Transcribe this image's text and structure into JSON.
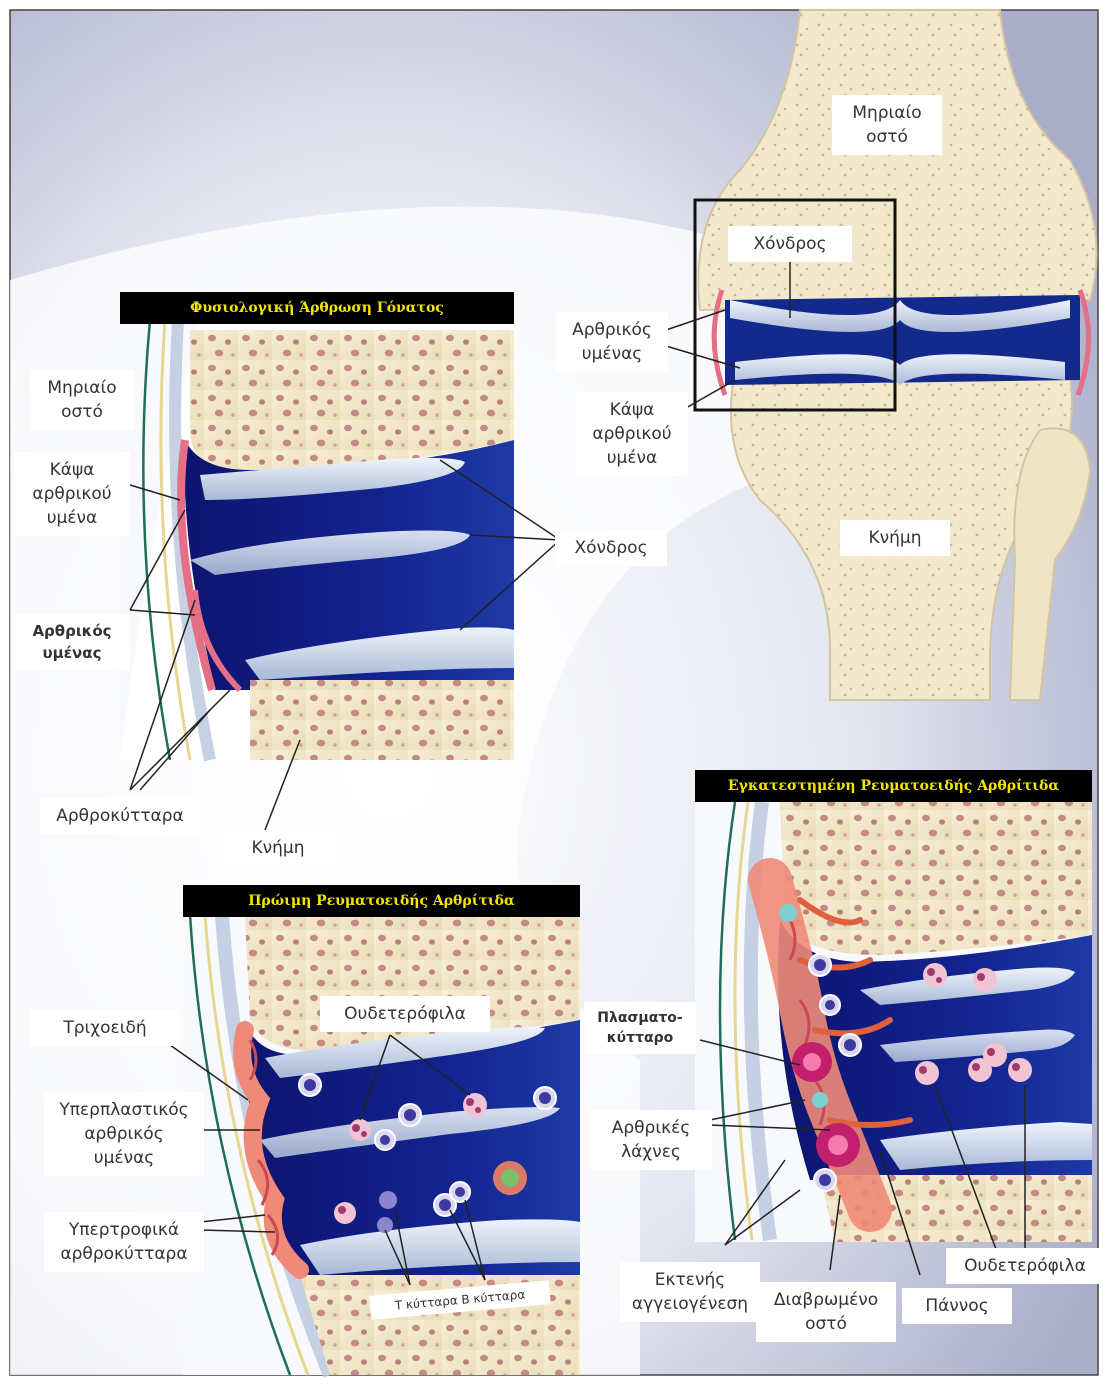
{
  "panels": {
    "normal": {
      "title": "Φυσιολογική Άρθρωση Γόνατος"
    },
    "early": {
      "title": "Πρώιμη Ρευματοειδής Αρθρίτιδα"
    },
    "established": {
      "title": "Εγκατεστημένη Ρευματοειδής Αρθρίτιδα"
    }
  },
  "labels": {
    "knee": {
      "femur": "Μηριαίο\nοστό",
      "cartilage": "Χόνδρος",
      "synovium": "Αρθρικός\nυμένας",
      "capsule": "Κάψα\nαρθρικού\nυμένα",
      "tibia": "Κνήμη"
    },
    "normal": {
      "femur": "Μηριαίο\nοστό",
      "capsule": "Κάψα\nαρθρικού\nυμένα",
      "synovium": "Αρθρικός\nυμένας",
      "cartilage": "Χόνδρος",
      "chondrocytes": "Αρθροκύτταρα",
      "tibia": "Κνήμη"
    },
    "early": {
      "capillaries": "Τριχοειδή",
      "neutrophils": "Ουδετερόφιλα",
      "hyperplastic": "Υπερπλαστικός\nαρθρικός\nυμένας",
      "hypertrophic": "Υπερτροφικά\nαρθροκύτταρα",
      "tb_cells": "Τ κύτταρα Β κύτταρα"
    },
    "established": {
      "plasma": "Πλασματο-\nκύτταρο",
      "villi": "Αρθρικές\nλάχνες",
      "angiogenesis": "Εκτενής\nαγγειογένεση",
      "eroded": "Διαβρωμένο\nοστό",
      "pannus": "Πάννος",
      "neutrophils": "Ουδετερόφιλα"
    }
  }
}
